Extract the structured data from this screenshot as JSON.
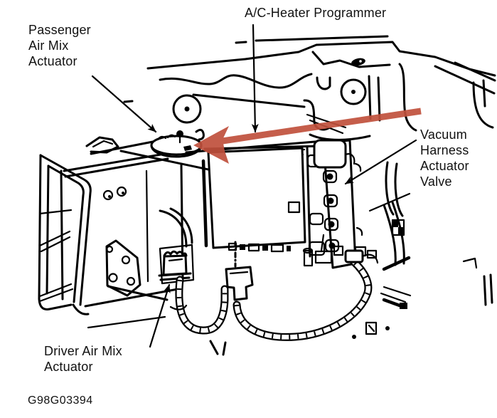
{
  "figure": {
    "code": "G98G03394",
    "background_color": "#ffffff",
    "line_color": "#000000",
    "highlight_arrow_color": "#c0503c"
  },
  "labels": {
    "passenger_air_mix_actuator": "Passenger\nAir Mix\nActuator",
    "ac_heater_programmer": "A/C-Heater Programmer",
    "vacuum_harness_actuator_valve": "Vacuum\nHarness\nActuator\nValve",
    "driver_air_mix_actuator": "Driver Air Mix\nActuator"
  }
}
